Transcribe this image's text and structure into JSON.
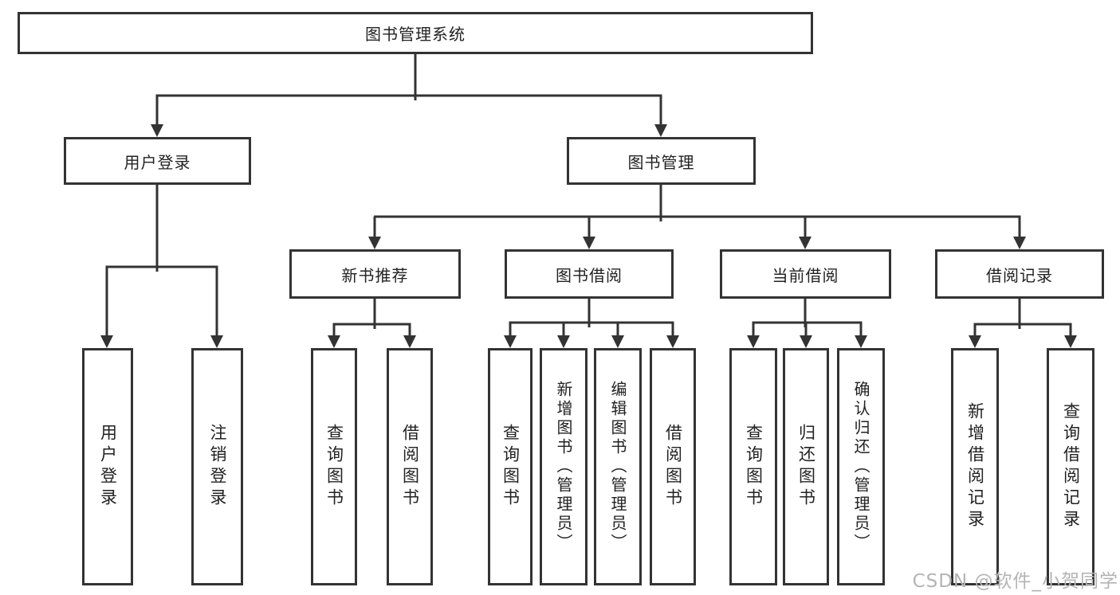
{
  "watermark": "CSDN @软件_小贺同学",
  "colors": {
    "line": "#333333",
    "text": "#222222",
    "watermark": "#b4b4b4",
    "background": "#ffffff"
  },
  "tree": {
    "label": "图书管理系统",
    "children": [
      {
        "label": "用户登录",
        "children": [
          {
            "label": "用户登录"
          },
          {
            "label": "注销登录"
          }
        ]
      },
      {
        "label": "图书管理",
        "children": [
          {
            "label": "新书推荐",
            "children": [
              {
                "label": "查询图书"
              },
              {
                "label": "借阅图书"
              }
            ]
          },
          {
            "label": "图书借阅",
            "children": [
              {
                "label": "查询图书"
              },
              {
                "label": "新增图书（管理员）"
              },
              {
                "label": "编辑图书（管理员）"
              },
              {
                "label": "借阅图书"
              }
            ]
          },
          {
            "label": "当前借阅",
            "children": [
              {
                "label": "查询图书"
              },
              {
                "label": "归还图书"
              },
              {
                "label": "确认归还（管理员）"
              }
            ]
          },
          {
            "label": "借阅记录",
            "children": [
              {
                "label": "新增借阅记录"
              },
              {
                "label": "查询借阅记录"
              }
            ]
          }
        ]
      }
    ]
  }
}
